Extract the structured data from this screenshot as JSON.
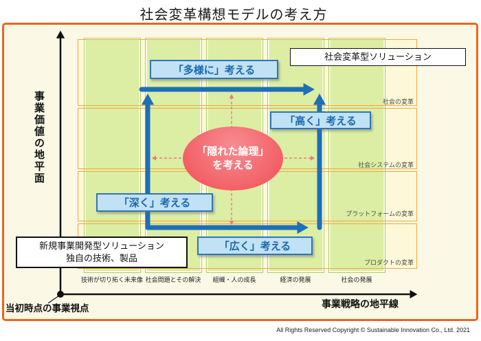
{
  "title": "社会変革構想モデルの考え方",
  "panel": {
    "solution_box_top_right": "社会変革型ソリューション",
    "solution_box_bottom_left_line1": "新規事業開発型ソリューション",
    "solution_box_bottom_left_line2": "独自の技術、製品"
  },
  "think_labels": {
    "diverse": "「多様に」考える",
    "high": "「高く」考える",
    "deep": "「深く」考える",
    "wide": "「広く」考える"
  },
  "ellipse": {
    "line1": "「隠れた論理」",
    "line2": "を考える"
  },
  "axes": {
    "y_label": "事業価値の地平面",
    "x_label": "事業戦略の地平線",
    "origin_label": "当初時点の事業視点"
  },
  "rows": [
    {
      "label": "社会の変革"
    },
    {
      "label": "社会システムの変革"
    },
    {
      "label": "プラットフォームの変革"
    },
    {
      "label": "プロダクトの変革"
    }
  ],
  "columns": [
    {
      "label": "技術が切り拓く未来像"
    },
    {
      "label": "社会問題とその解決"
    },
    {
      "label": "組織・人の成長"
    },
    {
      "label": "経済の発展"
    },
    {
      "label": "社会の発展"
    }
  ],
  "footer": "All Rights Reserved Copyright ©  Sustainable Innovation Co., Ltd.  2021",
  "colors": {
    "panel_border": "#E8671C",
    "panel_bg": "#FBF8E6",
    "row_fill": "#FDF9D8",
    "row_border": "#F3A63D",
    "column_fill": "#DCEDA4",
    "column_border": "#A9CB5F",
    "loop_blue": "#1C6FB8",
    "think_box_fill": "#C1E1F5",
    "think_box_border": "#2E75B6",
    "think_text": "#1A69AD",
    "ellipse_fill": "#F25E65",
    "dashed_red": "#F0797E",
    "axis_black": "#111111"
  }
}
